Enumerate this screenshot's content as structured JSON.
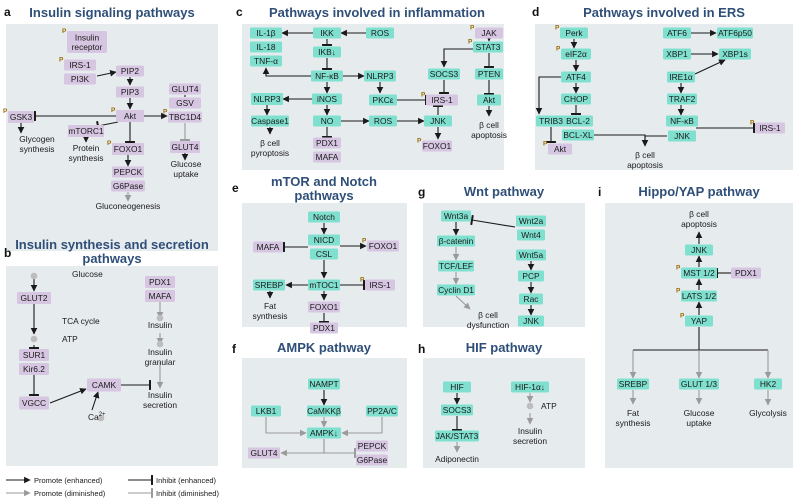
{
  "panels": [
    {
      "id": "a",
      "letter": "a",
      "title": "Insulin signaling pathways"
    },
    {
      "id": "b",
      "letter": "b",
      "title": "Insulin synthesis and secretion",
      "title2": "pathways"
    },
    {
      "id": "c",
      "letter": "c",
      "title": "Pathways involved in inflammation"
    },
    {
      "id": "d",
      "letter": "d",
      "title": "Pathways involved in ERS"
    },
    {
      "id": "e",
      "letter": "e",
      "title": "mTOR and Notch",
      "title2": "pathways"
    },
    {
      "id": "f",
      "letter": "f",
      "title": "AMPK pathway"
    },
    {
      "id": "g",
      "letter": "g",
      "title": "Wnt pathway"
    },
    {
      "id": "h",
      "letter": "h",
      "title": "HIF pathway"
    },
    {
      "id": "i",
      "letter": "i",
      "title": "Hippo/YAP pathway"
    }
  ],
  "nodes": {
    "a_insulin_receptor": {
      "text": "Insulin",
      "text2": "receptor"
    },
    "a_irs1": {
      "text": "IRS-1"
    },
    "a_pi3k": {
      "text": "PI3K"
    },
    "a_pip2": {
      "text": "PIP2"
    },
    "a_pip3": {
      "text": "PIP3"
    },
    "a_akt": {
      "text": "Akt"
    },
    "a_gsk3": {
      "text": "GSK3"
    },
    "a_mtorc1": {
      "text": "mTORC1"
    },
    "a_foxo1": {
      "text": "FOXO1"
    },
    "a_glut4_top": {
      "text": "GLUT4"
    },
    "a_gsv": {
      "text": "GSV"
    },
    "a_tbc1d4": {
      "text": "TBC1D4"
    },
    "a_glut4": {
      "text": "GLUT4"
    },
    "a_pepck": {
      "text": "PEPCK"
    },
    "a_g6pase": {
      "text": "G6Pase"
    },
    "b_glut2": {
      "text": "GLUT2"
    },
    "b_sur1": {
      "text": "SUR1"
    },
    "b_kir62": {
      "text": "Kir6.2"
    },
    "b_vgcc": {
      "text": "VGCC"
    },
    "b_camk": {
      "text": "CAMK"
    },
    "b_pdx1": {
      "text": "PDX1"
    },
    "b_mafa": {
      "text": "MAFA"
    },
    "c_il1b": {
      "text": "IL-1β"
    },
    "c_il18": {
      "text": "IL-18"
    },
    "c_tnfa": {
      "text": "TNF-α"
    },
    "c_ikk": {
      "text": "IKK"
    },
    "c_ikb": {
      "text": "IKB↓"
    },
    "c_ros1": {
      "text": "ROS"
    },
    "c_nfkb": {
      "text": "NF-κB"
    },
    "c_nlrp3b": {
      "text": "NLRP3"
    },
    "c_nlrp3": {
      "text": "NLRP3"
    },
    "c_inos": {
      "text": "iNOS"
    },
    "c_pkce": {
      "text": "PKCε"
    },
    "c_caspase": {
      "text": "Caspase1"
    },
    "c_no": {
      "text": "NO"
    },
    "c_ros2": {
      "text": "ROS"
    },
    "c_jnk": {
      "text": "JNK"
    },
    "c_pdx1": {
      "text": "PDX1"
    },
    "c_mafa": {
      "text": "MAFA"
    },
    "c_foxo1": {
      "text": "FOXO1"
    },
    "c_jak": {
      "text": "JAK"
    },
    "c_stat3": {
      "text": "STAT3"
    },
    "c_socs3": {
      "text": "SOCS3"
    },
    "c_pten": {
      "text": "PTEN"
    },
    "c_irs1": {
      "text": "IRS-1"
    },
    "c_akt": {
      "text": "Akt"
    },
    "d_perk": {
      "text": "Perk"
    },
    "d_eif2a": {
      "text": "eIF2α"
    },
    "d_atf4": {
      "text": "ATF4"
    },
    "d_chop": {
      "text": "CHOP"
    },
    "d_bcl2": {
      "text": "BCL-2"
    },
    "d_bclxl": {
      "text": "BCL-XL"
    },
    "d_trib3": {
      "text": "TRIB3"
    },
    "d_akt": {
      "text": "Akt"
    },
    "d_atf6": {
      "text": "ATF6"
    },
    "d_atf6p50": {
      "text": "ATF6p50"
    },
    "d_xbp1": {
      "text": "XBP1"
    },
    "d_xbp1s": {
      "text": "XBP1s"
    },
    "d_ire1a": {
      "text": "IRE1α"
    },
    "d_traf2": {
      "text": "TRAF2"
    },
    "d_nfkb": {
      "text": "NF-κB"
    },
    "d_jnk": {
      "text": "JNK"
    },
    "d_irs1": {
      "text": "IRS-1"
    },
    "e_notch": {
      "text": "Notch"
    },
    "e_nicd": {
      "text": "NICD"
    },
    "e_csl": {
      "text": "CSL"
    },
    "e_mafa": {
      "text": "MAFA"
    },
    "e_foxo1a": {
      "text": "FOXO1"
    },
    "e_srebp": {
      "text": "SREBP"
    },
    "e_mtoc1": {
      "text": "mTOC1"
    },
    "e_irs1": {
      "text": "IRS-1"
    },
    "e_foxo1b": {
      "text": "FOXO1"
    },
    "e_pdx1": {
      "text": "PDX1"
    },
    "f_nampt": {
      "text": "NAMPT"
    },
    "f_lkb1": {
      "text": "LKB1"
    },
    "f_camkkb": {
      "text": "CaMKKβ"
    },
    "f_pp2a": {
      "text": "PP2A/C"
    },
    "f_ampk": {
      "text": "AMPK↓"
    },
    "f_glut4": {
      "text": "GLUT4"
    },
    "f_pepck": {
      "text": "PEPCK"
    },
    "f_g6pase": {
      "text": "G6Pase"
    },
    "g_wnt3a": {
      "text": "Wnt3a"
    },
    "g_wnt2a": {
      "text": "Wnt2a"
    },
    "g_wnt4": {
      "text": "Wnt4"
    },
    "g_bcat": {
      "text": "β-catenin"
    },
    "g_tcf": {
      "text": "TCF/LEF"
    },
    "g_cyclin": {
      "text": "Cyclin D1"
    },
    "g_wnt5a": {
      "text": "Wnt5a"
    },
    "g_pcp": {
      "text": "PCP"
    },
    "g_rac": {
      "text": "Rac"
    },
    "g_jnk": {
      "text": "JNK"
    },
    "h_hif": {
      "text": "HIF"
    },
    "h_socs3": {
      "text": "SOCS3"
    },
    "h_jak": {
      "text": "JAK/STAT3"
    },
    "h_hif1a": {
      "text": "HIF-1α↓"
    },
    "i_jnk": {
      "text": "JNK"
    },
    "i_mst": {
      "text": "MST 1/2"
    },
    "i_pdx1": {
      "text": "PDX1"
    },
    "i_lats": {
      "text": "LATS 1/2"
    },
    "i_yap": {
      "text": "YAP"
    },
    "i_srebp": {
      "text": "SREBP"
    },
    "i_glut": {
      "text": "GLUT 1/3"
    },
    "i_hk2": {
      "text": "HK2"
    }
  },
  "labels": {
    "a_glycogen": {
      "text": "Glycogen",
      "text2": "synthesis"
    },
    "a_protein": {
      "text": "Protein",
      "text2": "synthesis"
    },
    "a_glucose_uptake": {
      "text": "Glucose",
      "text2": "uptake"
    },
    "a_gluconeo": {
      "text": "Gluconeogenesis"
    },
    "b_glucose": {
      "text": "Glucose"
    },
    "b_tca": {
      "text": "TCA cycle"
    },
    "b_atp": {
      "text": "ATP"
    },
    "b_ca": {
      "text": "Ca",
      "sup": "2+"
    },
    "b_insulin": {
      "text": "Insulin"
    },
    "b_granular": {
      "text": "Insulin",
      "text2": "granular"
    },
    "b_secretion": {
      "text": "Insulin",
      "text2": "secretion"
    },
    "c_pyroptosis": {
      "text": "β cell",
      "text2": "pyroptosis"
    },
    "c_apoptosis": {
      "text": "β cell",
      "text2": "apoptosis"
    },
    "d_apoptosis": {
      "text": "β cell",
      "text2": "apoptosis"
    },
    "e_fat": {
      "text": "Fat",
      "text2": "synthesis"
    },
    "g_dysfunction": {
      "text": "β cell",
      "text2": "dysfunction"
    },
    "h_atp": {
      "text": "ATP"
    },
    "h_adiponectin": {
      "text": "Adiponectin"
    },
    "h_secretion": {
      "text": "Insulin",
      "text2": "secretion"
    },
    "i_apoptosis": {
      "text": "β cell",
      "text2": "apoptosis"
    },
    "i_fat": {
      "text": "Fat",
      "text2": "synthesis"
    },
    "i_glucose": {
      "text": "Glucose",
      "text2": "uptake"
    },
    "i_glycolysis": {
      "text": "Glycolysis"
    }
  },
  "phospho_mark": "P",
  "legend": {
    "promote_enhanced": "Promote (enhanced)",
    "promote_diminished": "Promote (diminished)",
    "inhibit_enhanced": "Inhibit (enhanced)",
    "inhibit_diminished": "Inhibit (diminished)"
  },
  "colors": {
    "panel_bg": "#e6ebee",
    "title": "#2f4f78",
    "node_teal": "#7fe0cf",
    "node_lavender": "#d6c6e2",
    "enhanced": "#1a1a1a",
    "diminished": "#9a9a9a",
    "phospho": "#9a6a00"
  }
}
